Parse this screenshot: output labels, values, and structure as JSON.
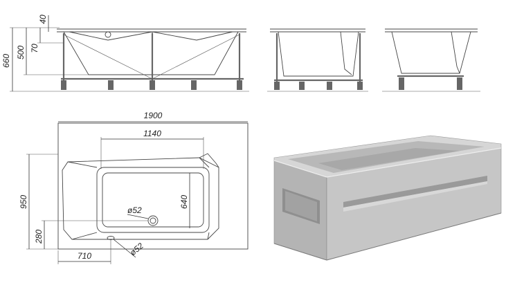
{
  "dimensions": {
    "overall_height": "660",
    "depth": "500",
    "rim_70": "70",
    "rim_40": "40",
    "length": "1900",
    "width": "950",
    "bottom_length": "1140",
    "bottom_width": "640",
    "drain_offset_x": "710",
    "drain_offset_y": "280",
    "drain_diameter": "ø52",
    "overflow_diameter": "ø52"
  },
  "colors": {
    "line": "#444444",
    "frame": "#666666",
    "panel_light": "#c9c9c9",
    "panel_mid": "#a9a9a9",
    "panel_dark": "#8d8d8d"
  }
}
